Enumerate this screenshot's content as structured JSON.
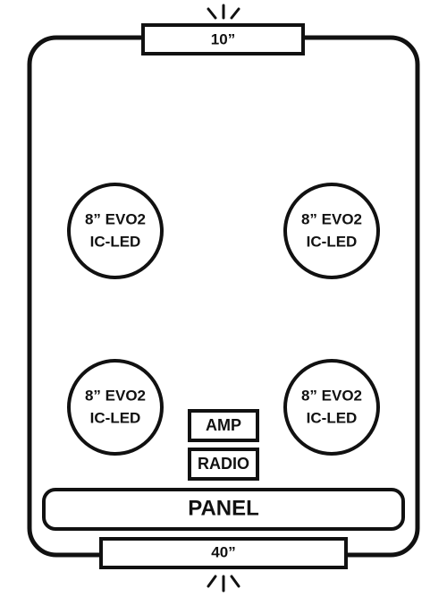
{
  "colors": {
    "stroke": "#111111",
    "background": "#ffffff"
  },
  "top_light": {
    "label": "10”",
    "icon": "light-rays-icon"
  },
  "bottom_light": {
    "label": "40”",
    "icon": "light-rays-icon"
  },
  "speakers": [
    {
      "line1": "8” EVO2",
      "line2": "IC-LED"
    },
    {
      "line1": "8” EVO2",
      "line2": "IC-LED"
    },
    {
      "line1": "8” EVO2",
      "line2": "IC-LED"
    },
    {
      "line1": "8” EVO2",
      "line2": "IC-LED"
    }
  ],
  "amp": {
    "label": "AMP"
  },
  "radio": {
    "label": "RADIO"
  },
  "panel": {
    "label": "PANEL"
  }
}
